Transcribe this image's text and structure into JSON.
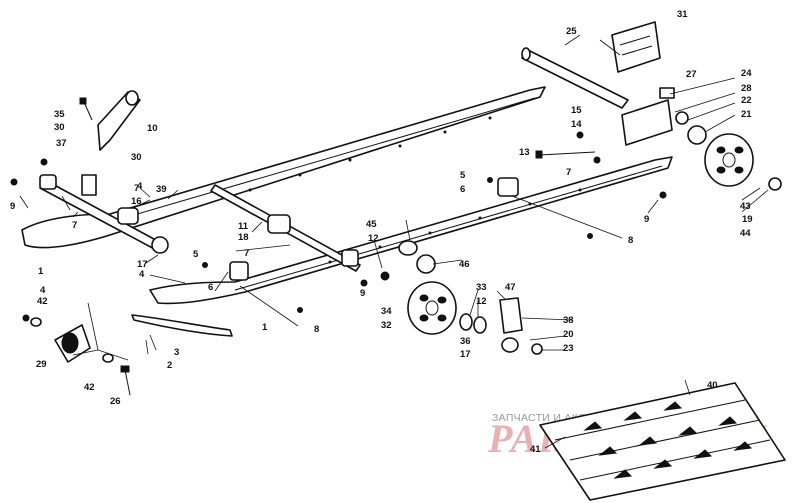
{
  "labels": [
    {
      "id": "l1a",
      "text": "1"
    },
    {
      "id": "l1b",
      "text": "1"
    },
    {
      "id": "l2",
      "text": "2"
    },
    {
      "id": "l3",
      "text": "3"
    },
    {
      "id": "l4a",
      "text": "4"
    },
    {
      "id": "l4b",
      "text": "4"
    },
    {
      "id": "l4c",
      "text": "4"
    },
    {
      "id": "l5a",
      "text": "5"
    },
    {
      "id": "l5b",
      "text": "5"
    },
    {
      "id": "l6a",
      "text": "6"
    },
    {
      "id": "l6b",
      "text": "6"
    },
    {
      "id": "l7a",
      "text": "7"
    },
    {
      "id": "l7b",
      "text": "7"
    },
    {
      "id": "l7c",
      "text": "7"
    },
    {
      "id": "l7d",
      "text": "7"
    },
    {
      "id": "l8a",
      "text": "8"
    },
    {
      "id": "l8b",
      "text": "8"
    },
    {
      "id": "l9a",
      "text": "9"
    },
    {
      "id": "l9b",
      "text": "9"
    },
    {
      "id": "l9c",
      "text": "9"
    },
    {
      "id": "l10",
      "text": "10"
    },
    {
      "id": "l11",
      "text": "11"
    },
    {
      "id": "l12a",
      "text": "12"
    },
    {
      "id": "l12b",
      "text": "12"
    },
    {
      "id": "l13",
      "text": "13"
    },
    {
      "id": "l14",
      "text": "14"
    },
    {
      "id": "l15",
      "text": "15"
    },
    {
      "id": "l16",
      "text": "16"
    },
    {
      "id": "l17a",
      "text": "17"
    },
    {
      "id": "l17b",
      "text": "17"
    },
    {
      "id": "l18",
      "text": "18"
    },
    {
      "id": "l19",
      "text": "19"
    },
    {
      "id": "l20",
      "text": "20"
    },
    {
      "id": "l21",
      "text": "21"
    },
    {
      "id": "l22",
      "text": "22"
    },
    {
      "id": "l23",
      "text": "23"
    },
    {
      "id": "l24",
      "text": "24"
    },
    {
      "id": "l25",
      "text": "25"
    },
    {
      "id": "l26",
      "text": "26"
    },
    {
      "id": "l27",
      "text": "27"
    },
    {
      "id": "l28",
      "text": "28"
    },
    {
      "id": "l29",
      "text": "29"
    },
    {
      "id": "l30a",
      "text": "30"
    },
    {
      "id": "l30b",
      "text": "30"
    },
    {
      "id": "l31",
      "text": "31"
    },
    {
      "id": "l32",
      "text": "32"
    },
    {
      "id": "l33",
      "text": "33"
    },
    {
      "id": "l34",
      "text": "34"
    },
    {
      "id": "l35",
      "text": "35"
    },
    {
      "id": "l36",
      "text": "36"
    },
    {
      "id": "l37",
      "text": "37"
    },
    {
      "id": "l38",
      "text": "38"
    },
    {
      "id": "l39",
      "text": "39"
    },
    {
      "id": "l40",
      "text": "40"
    },
    {
      "id": "l41",
      "text": "41"
    },
    {
      "id": "l42a",
      "text": "42"
    },
    {
      "id": "l42b",
      "text": "42"
    },
    {
      "id": "l43",
      "text": "43"
    },
    {
      "id": "l44",
      "text": "44"
    },
    {
      "id": "l45",
      "text": "45"
    },
    {
      "id": "l46",
      "text": "46"
    },
    {
      "id": "l47",
      "text": "47"
    }
  ],
  "watermark": {
    "caption": "ЗАПЧАСТИ И АКСЕССУАРЫ ДЛЯ МОТОТЕХНИКИ",
    "brand": "PARTSPOR.RU",
    "brand_color": "#e7a3a3"
  }
}
